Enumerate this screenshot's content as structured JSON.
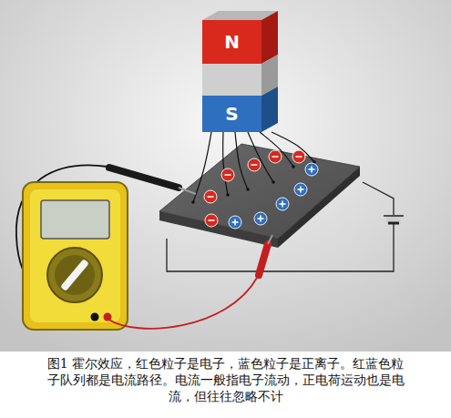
{
  "diagram": {
    "caption": "图1 霍尔效应，红色粒子是电子，蓝色粒子是正离子。红蓝色粒子队列都是电流路径。电流一般指电子流动，正电荷运动也是电流，但往往忽略不计",
    "nodes": [
      {
        "text": [
          "N"
        ]
      },
      {
        "text": [
          "S"
        ]
      }
    ]
  }
}
